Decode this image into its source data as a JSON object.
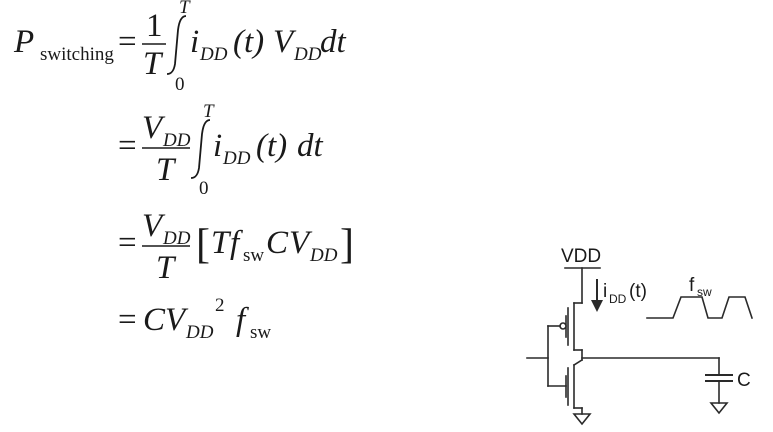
{
  "equation": {
    "lhs": {
      "symbol": "P",
      "subscript": "switching"
    },
    "line1": {
      "eq": "=",
      "num": "1",
      "den": "T",
      "upper": "T",
      "lower": "0",
      "body_i": "i",
      "body_i_sub": "DD",
      "body_t": "(t)",
      "body_v": "V",
      "body_v_sub": "DD",
      "body_dt": "dt"
    },
    "line2": {
      "eq": "=",
      "num_v": "V",
      "num_v_sub": "DD",
      "den": "T",
      "upper": "T",
      "lower": "0",
      "body_i": "i",
      "body_i_sub": "DD",
      "body_t": "(t)",
      "body_dt": "dt"
    },
    "line3": {
      "eq": "=",
      "num_v": "V",
      "num_v_sub": "DD",
      "den": "T",
      "lbracket": "[",
      "t": "T",
      "f": "f",
      "f_sub": "sw",
      "c": "C",
      "v": "V",
      "v_sub": "DD",
      "rbracket": "]"
    },
    "line4": {
      "eq": "=",
      "c": "C",
      "v": "V",
      "v_sub": "DD",
      "exp": "2",
      "f": "f",
      "f_sub": "sw"
    }
  },
  "circuit": {
    "vdd_label": "VDD",
    "current_label": "i",
    "current_sub": "DD",
    "current_arg": "(t)",
    "freq_label": "f",
    "freq_sub": "sw",
    "cap_label": "C"
  }
}
